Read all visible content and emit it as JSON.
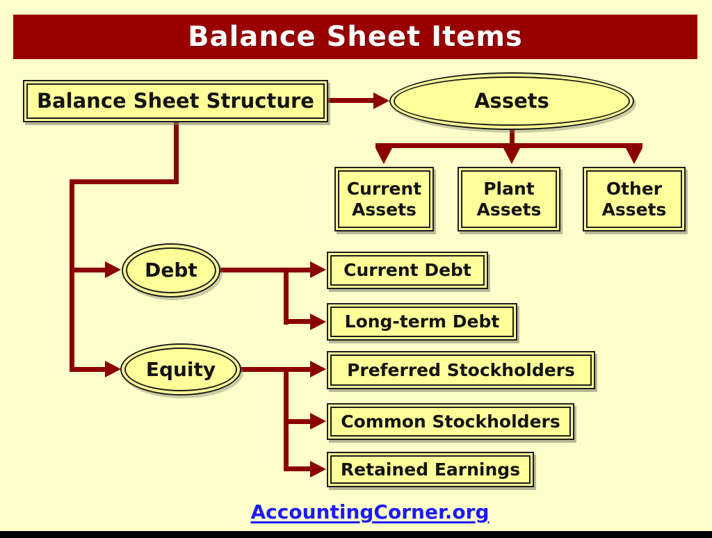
{
  "header": {
    "title": "Balance Sheet Items"
  },
  "diagram": {
    "structure": {
      "label": "Balance Sheet Structure"
    },
    "assets": {
      "label": "Assets"
    },
    "asset_children": [
      {
        "lines": [
          "Current",
          "Assets"
        ]
      },
      {
        "lines": [
          "Plant",
          "Assets"
        ]
      },
      {
        "lines": [
          "Other",
          "Assets"
        ]
      }
    ],
    "debt": {
      "label": "Debt"
    },
    "debt_children": [
      {
        "label": "Current Debt"
      },
      {
        "label": "Long-term Debt"
      }
    ],
    "equity": {
      "label": "Equity"
    },
    "equity_children": [
      {
        "label": "Preferred Stockholders"
      },
      {
        "label": "Common Stockholders"
      },
      {
        "label": "Retained Earnings"
      }
    ]
  },
  "footer": {
    "link_text": "AccountingCorner.org"
  },
  "colors": {
    "background": "#FFFFCC",
    "header_bg": "#990000",
    "header_text": "#FFFFFF",
    "node_fill": "#FFFF99",
    "node_border": "#1C1C1C",
    "connector": "#8B0000",
    "link": "#1A1AFF",
    "bottom_bar": "#000000"
  }
}
